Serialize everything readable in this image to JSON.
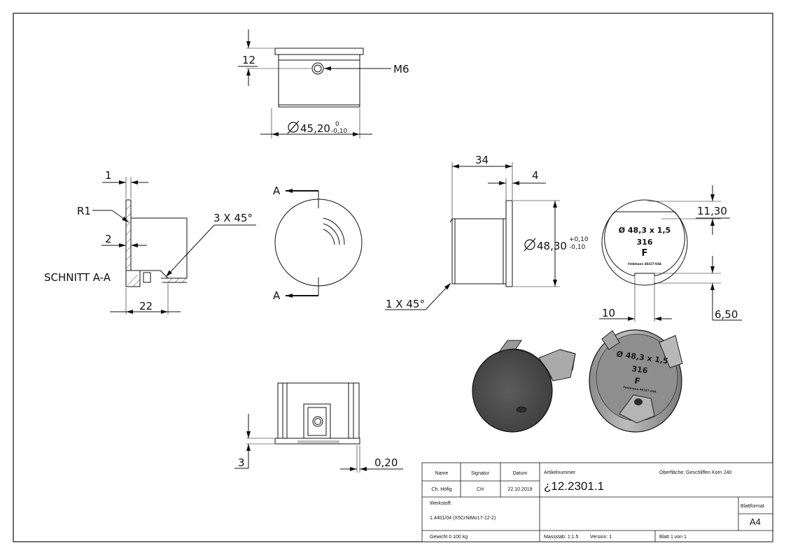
{
  "dims": {
    "top_height": "12",
    "thread": "M6",
    "top_dia": "45,20",
    "top_tol_upper": "0",
    "top_tol_lower": "-0,10",
    "sec_1": "1",
    "sec_r1": "R1",
    "sec_2": "2",
    "sec_chamfer": "3 X 45°",
    "sec_22": "22",
    "section_label": "SCHNITT A-A",
    "cut_a": "A",
    "side_34": "34",
    "side_4": "4",
    "side_dia": "48,30",
    "side_tol_upper": "+0,10",
    "side_tol_lower": "-0,10",
    "side_chamfer": "1 X 45°",
    "end_1130": "11,30",
    "end_10": "10",
    "end_650": "6,50",
    "bottom_3": "3",
    "bottom_020": "0,20"
  },
  "engraving": {
    "line1": "Ø 48,3 x 1,5",
    "line2": "316",
    "line3": "F",
    "line4": "Feldmann 48327-V4A"
  },
  "iso_engraving": {
    "line1": "Ø 48,3 x 1,5",
    "line2": "316",
    "line3": "F",
    "line4": "Feldmann 48327-V4A"
  },
  "title_block": {
    "h_name": "Name",
    "h_sig": "Signatur",
    "h_date": "Datum",
    "name": "Ch. Höfig",
    "sig": "CH",
    "date": "22.10.2019",
    "article_label": "Artikelnummer",
    "article_no": "¿12.2301.1",
    "surface": "Oberfläche:  Geschliffen Korn 240",
    "material_label": "Werkstoff:",
    "material": "1.4401/04 (X5CrNiMo17-12-2)",
    "sheet_format_label": "Blattformat",
    "sheet_format": "A4",
    "weight": "Gewicht 0.100 kg",
    "scale": "Massstab: 1:1.5",
    "version": "Version: 1",
    "sheet": "Blatt 1 von 1"
  }
}
